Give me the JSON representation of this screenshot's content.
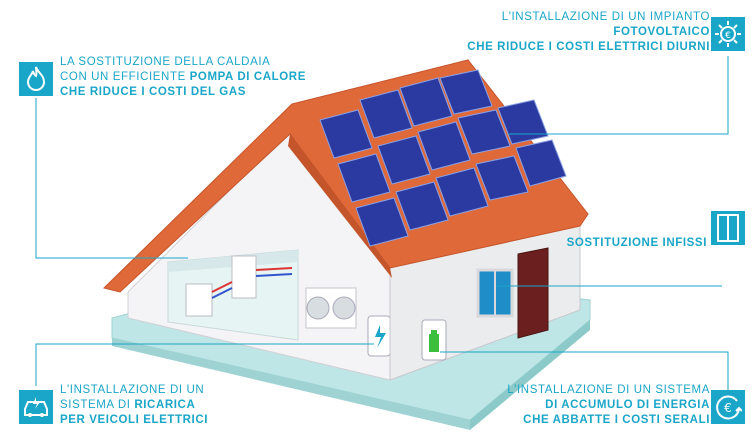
{
  "colors": {
    "accent": "#1aa6c8",
    "roof": "#e0693a",
    "panel": "#2a3aa0",
    "wall": "#f2f2f4"
  },
  "callouts": {
    "heat_pump": {
      "icon": "flame-icon",
      "line1": "LA SOSTITUZIONE  DELLA CALDAIA",
      "line2_plain": "CON UN EFFICIENTE ",
      "line2_bold": "POMPA DI CALORE",
      "line3_bold": "CHE RIDUCE I COSTI DEL GAS"
    },
    "photovoltaic": {
      "icon": "sun-euro-icon",
      "line1": "L'INSTALLAZIONE DI UN IMPIANTO",
      "line2_bold": "FOTOVOLTAICO",
      "line3_bold": "CHE RIDUCE I COSTI ELETTRICI DIURNI"
    },
    "windows": {
      "icon": "window-icon",
      "line1_bold": "SOSTITUZIONE INFISSI"
    },
    "ev_charging": {
      "icon": "electric-car-icon",
      "line1": "L'INSTALLAZIONE DI UN",
      "line2_plain": "SISTEMA DI ",
      "line2_bold": "RICARICA",
      "line3_bold": "PER VEICOLI ELETTRICI"
    },
    "storage": {
      "icon": "euro-cycle-icon",
      "line1": "L'INSTALLAZIONE DI UN SISTEMA",
      "line2_bold": "DI ACCUMULO DI ENERGIA",
      "line3_bold": "CHE ABBATTE I COSTI SERALI"
    }
  }
}
